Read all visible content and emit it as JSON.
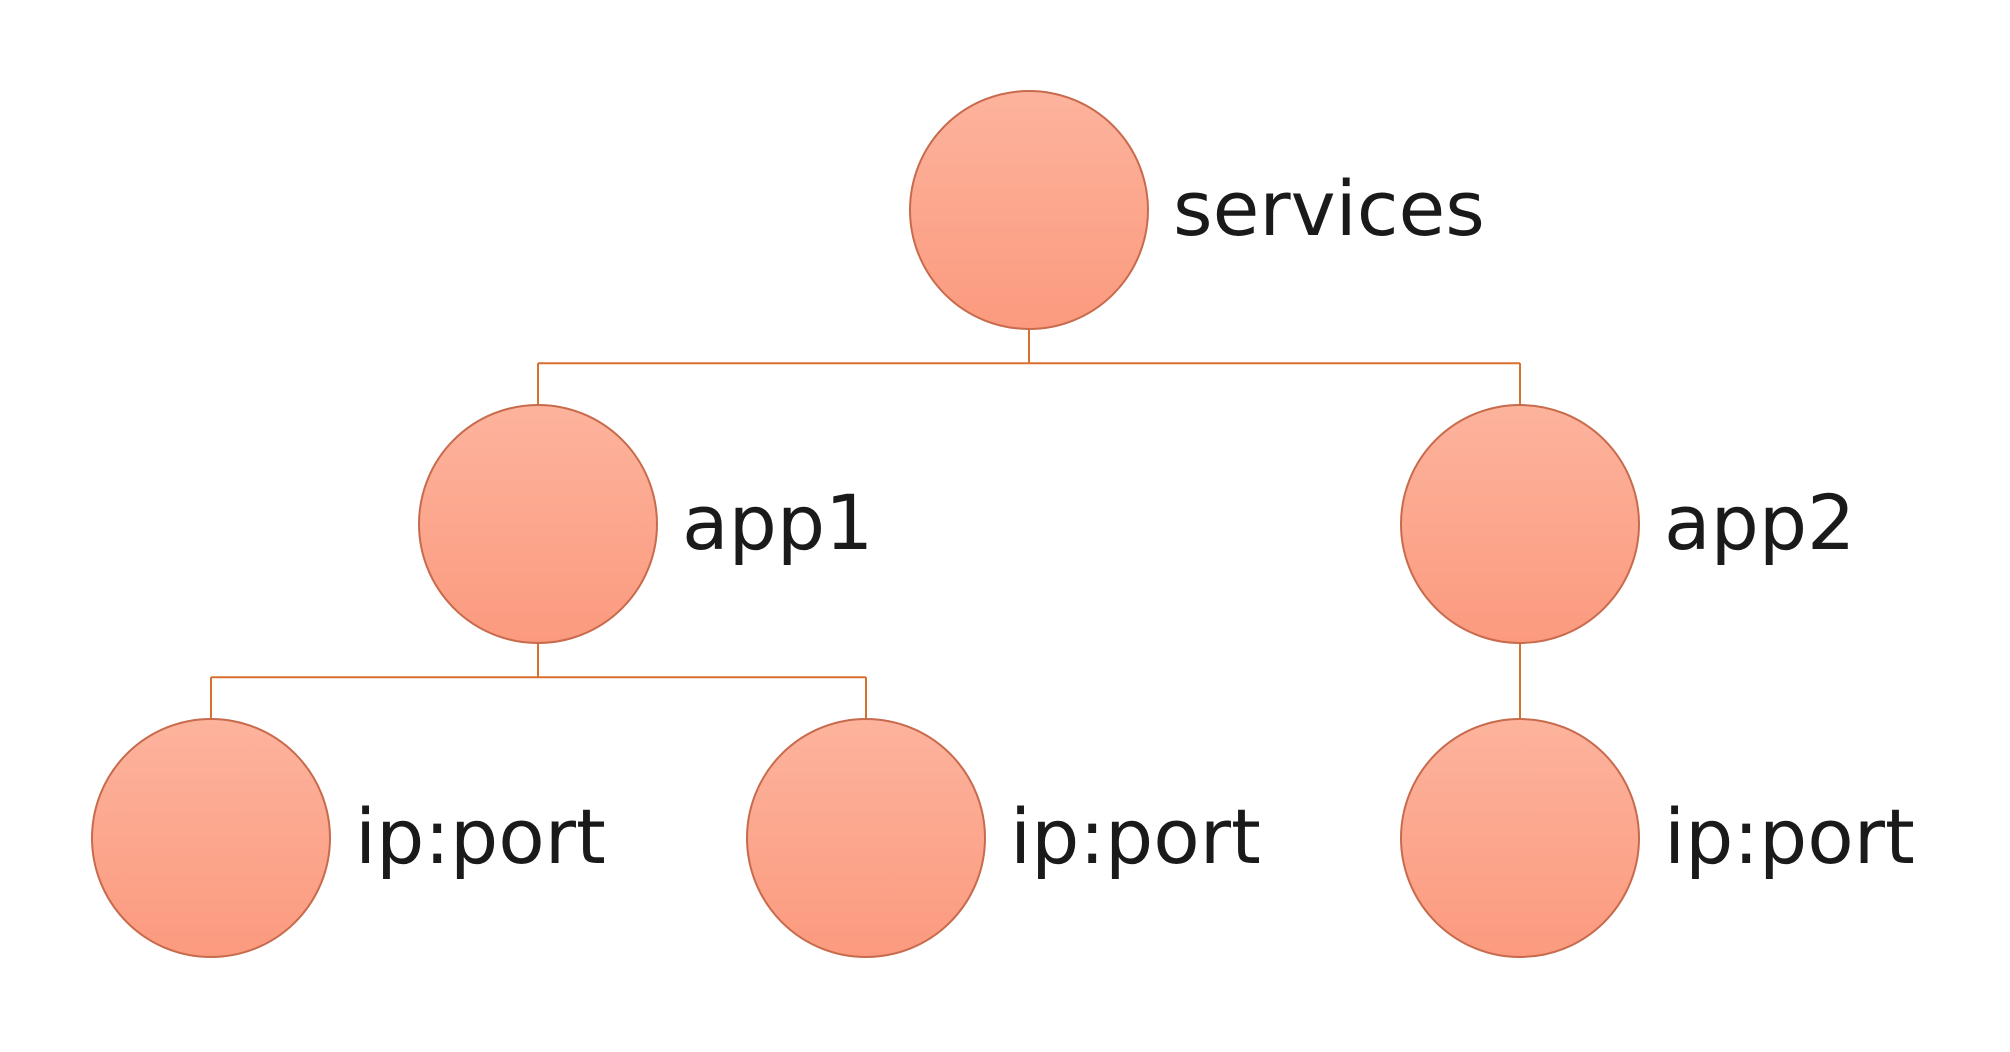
{
  "diagram": {
    "type": "tree",
    "colors": {
      "node_fill_top": "#fdb39d",
      "node_fill_bottom": "#fb9a7e",
      "node_stroke": "#c86a4c",
      "edge": "#d9702e",
      "label": "#1a1a1a"
    },
    "nodes": [
      {
        "id": "services",
        "label": "services",
        "parent": null
      },
      {
        "id": "app1",
        "label": "app1",
        "parent": "services"
      },
      {
        "id": "app2",
        "label": "app2",
        "parent": "services"
      },
      {
        "id": "app1-ipport-1",
        "label": "ip:port",
        "parent": "app1"
      },
      {
        "id": "app1-ipport-2",
        "label": "ip:port",
        "parent": "app1"
      },
      {
        "id": "app2-ipport-1",
        "label": "ip:port",
        "parent": "app2"
      }
    ]
  }
}
